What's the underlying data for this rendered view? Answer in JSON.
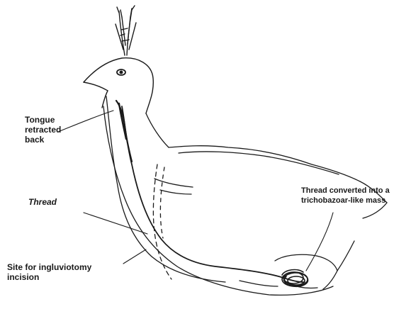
{
  "labels": {
    "tongue": "Tongue\nretracted\nback",
    "thread": "Thread",
    "incision": "Site for ingluviotomy\nincision",
    "mass": "Thread converted into a\ntrichobazoar-like mass"
  },
  "colors": {
    "ink": "#1a1a1a",
    "background": "#ffffff"
  }
}
